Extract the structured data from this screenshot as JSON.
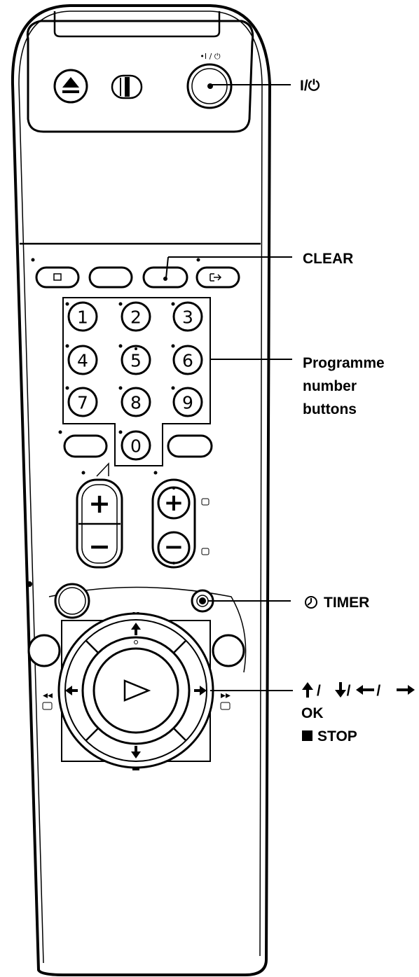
{
  "remote": {
    "power_symbol_label": "•I / ⏻",
    "number_buttons": [
      "1",
      "2",
      "3",
      "4",
      "5",
      "6",
      "7",
      "8",
      "9",
      "0"
    ],
    "plus_symbol": "+",
    "minus_symbol": "−",
    "pause_symbol": "II",
    "stop_symbol": "■",
    "rewind_symbol": "◂◂",
    "fast_forward_symbol": "▸▸"
  },
  "callouts": {
    "power": "I/⏻",
    "clear": "CLEAR",
    "programme_line1": "Programme",
    "programme_line2": "number",
    "programme_line3": "buttons",
    "timer": "TIMER",
    "arrows": "/ / /",
    "ok": "OK",
    "stop": "STOP"
  },
  "icons": [
    "eject-icon",
    "switch-icon",
    "power-icon",
    "clock-icon",
    "arrow-up-icon",
    "arrow-down-icon",
    "arrow-left-icon",
    "arrow-right-icon",
    "play-icon",
    "stop-square-icon"
  ]
}
